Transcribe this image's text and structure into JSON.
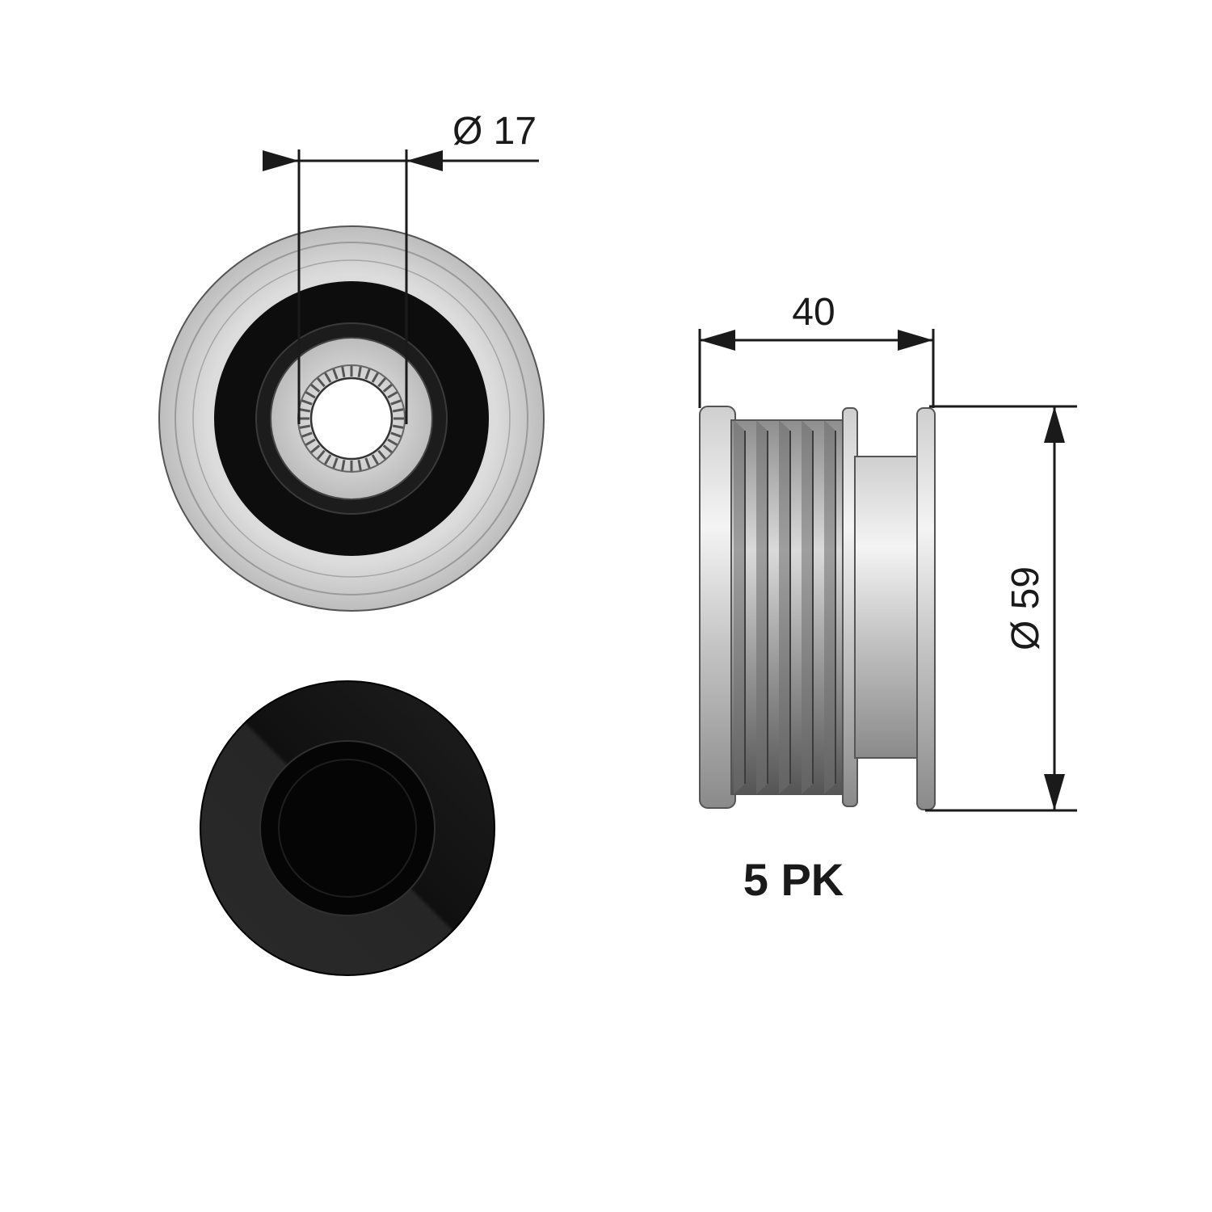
{
  "dimensions": {
    "bore_diameter": "Ø 17",
    "width": "40",
    "outer_diameter": "Ø 59"
  },
  "belt_profile": "5 PK",
  "colors": {
    "ink": "#1a1a1a",
    "metal_light": "#e6e6e6",
    "metal_mid": "#b9b9b9",
    "metal_dark": "#7d7d7d",
    "rubber": "#0d0d0d"
  }
}
